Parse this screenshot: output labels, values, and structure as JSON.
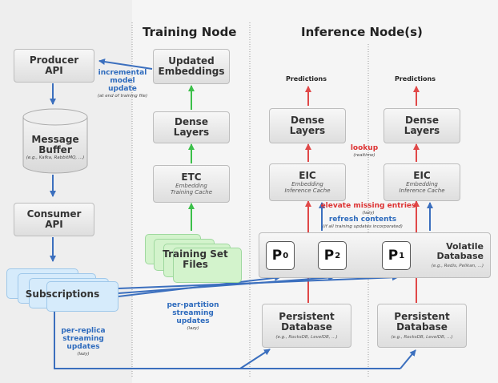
{
  "headers": {
    "training": "Training Node",
    "inference": "Inference Node(s)"
  },
  "producer": {
    "line1": "Producer",
    "line2": "API"
  },
  "message_buffer": {
    "line1": "Message",
    "line2": "Buffer",
    "examples": "(e.g., Kafka, RabbitMQ, ...)"
  },
  "consumer": {
    "line1": "Consumer",
    "line2": "API"
  },
  "subscriptions": "Subscriptions",
  "incremental": {
    "l1": "incremental",
    "l2": "model",
    "l3": "update",
    "note": "(at end of training file)"
  },
  "updated_embeddings": {
    "line1": "Updated",
    "line2": "Embeddings"
  },
  "dense_layers": {
    "line1": "Dense",
    "line2": "Layers"
  },
  "etc": {
    "title": "ETC",
    "sub1": "Embedding",
    "sub2": "Training Cache"
  },
  "training_set": {
    "line1": "Training Set",
    "line2": "Files"
  },
  "predictions": "Predictions",
  "eic": {
    "title": "EIC",
    "sub1": "Embedding",
    "sub2": "Inference Cache"
  },
  "lookup": {
    "label": "lookup",
    "note": "(realtime)"
  },
  "elevate": {
    "label": "elevate missing entries",
    "note": "(lazy)"
  },
  "refresh": {
    "label": "refresh contents",
    "note": "(if all training updates incorporated)"
  },
  "partitions": [
    {
      "base": "P",
      "sub": "0"
    },
    {
      "base": "P",
      "sub": "2"
    },
    {
      "base": "P",
      "sub": "1"
    }
  ],
  "volatile": {
    "line1": "Volatile",
    "line2": "Database",
    "examples": "(e.g., Redis, Pelikan, ...)"
  },
  "persistent": {
    "line1": "Persistent",
    "line2": "Database",
    "examples": "(e.g., RocksDB, LevelDB, ...)"
  },
  "per_partition": {
    "l1": "per-partition",
    "l2": "streaming",
    "l3": "updates",
    "note": "(lazy)"
  },
  "per_replica": {
    "l1": "per-replica",
    "l2": "streaming",
    "l3": "updates",
    "note": "(lazy)"
  },
  "colors": {
    "blue_arrow": "#3b6fbe",
    "green_arrow": "#3cc04a",
    "red_arrow": "#e04848",
    "background_panel": "#eeeeee"
  }
}
